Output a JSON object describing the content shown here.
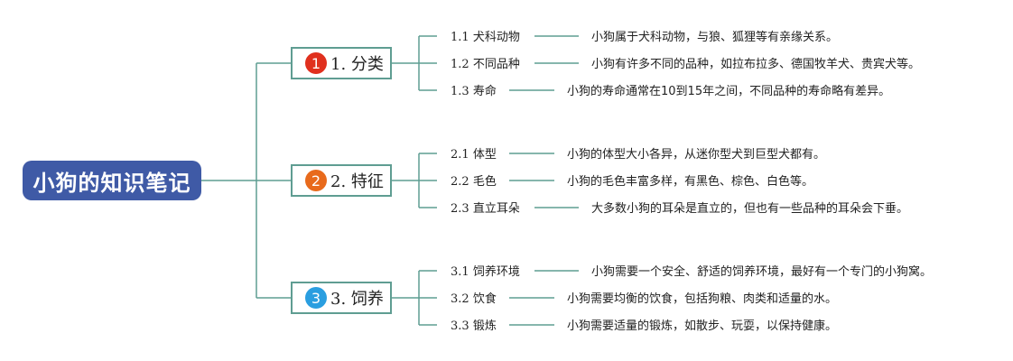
{
  "root": {
    "title": "小狗的知识笔记",
    "color": "#3f5aa6"
  },
  "connector_color": "#5f9d92",
  "branches": [
    {
      "number": "1",
      "badge_color": "#e0301e",
      "label": "1. 分类",
      "items": [
        {
          "num": "1.1",
          "title": "犬科动物",
          "desc": "小狗属于犬科动物，与狼、狐狸等有亲缘关系。"
        },
        {
          "num": "1.2",
          "title": "不同品种",
          "desc": "小狗有许多不同的品种，如拉布拉多、德国牧羊犬、贵宾犬等。"
        },
        {
          "num": "1.3",
          "title": "寿命",
          "desc": "小狗的寿命通常在10到15年之间，不同品种的寿命略有差异。"
        }
      ]
    },
    {
      "number": "2",
      "badge_color": "#e86a1c",
      "label": "2. 特征",
      "items": [
        {
          "num": "2.1",
          "title": "体型",
          "desc": "小狗的体型大小各异，从迷你型犬到巨型犬都有。"
        },
        {
          "num": "2.2",
          "title": "毛色",
          "desc": "小狗的毛色丰富多样，有黑色、棕色、白色等。"
        },
        {
          "num": "2.3",
          "title": "直立耳朵",
          "desc": "大多数小狗的耳朵是直立的，但也有一些品种的耳朵会下垂。"
        }
      ]
    },
    {
      "number": "3",
      "badge_color": "#2a9ee0",
      "label": "3. 饲养",
      "items": [
        {
          "num": "3.1",
          "title": "饲养环境",
          "desc": "小狗需要一个安全、舒适的饲养环境，最好有一个专门的小狗窝。"
        },
        {
          "num": "3.2",
          "title": "饮食",
          "desc": "小狗需要均衡的饮食，包括狗粮、肉类和适量的水。"
        },
        {
          "num": "3.3",
          "title": "锻炼",
          "desc": "小狗需要适量的锻炼，如散步、玩耍，以保持健康。"
        }
      ]
    }
  ]
}
